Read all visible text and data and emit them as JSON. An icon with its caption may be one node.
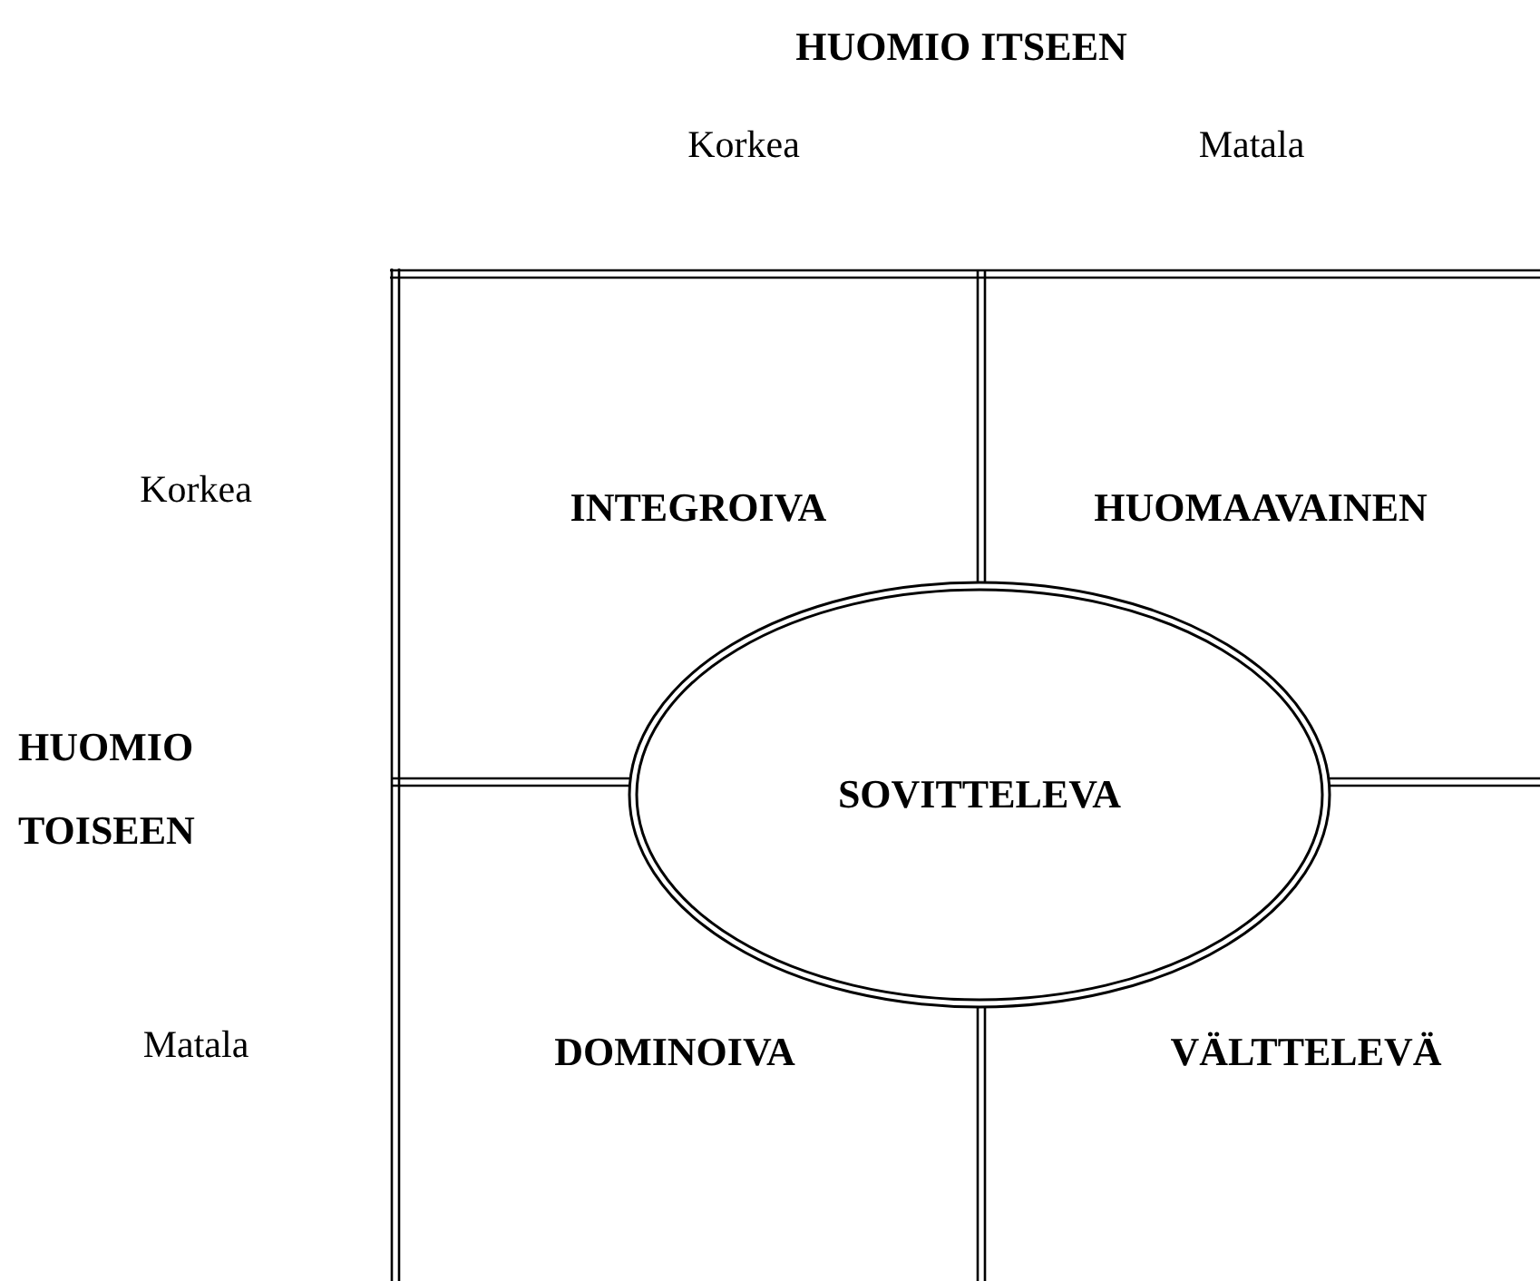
{
  "diagram": {
    "nodes": [
      {
        "text": [
          "INTEGROIVA"
        ]
      },
      {
        "text": [
          "HUOMAAVAINEN"
        ]
      },
      {
        "text": [
          "DOMINOIVA"
        ]
      },
      {
        "text": [
          "VÄLTTELEVÄ"
        ]
      },
      {
        "text": [
          "SOVITTELEVA"
        ]
      }
    ],
    "labels": [
      "HUOMIO ITSEEN",
      "Korkea",
      "Matala",
      "Korkea",
      "HUOMIO TOISEEN",
      "Matala"
    ]
  }
}
